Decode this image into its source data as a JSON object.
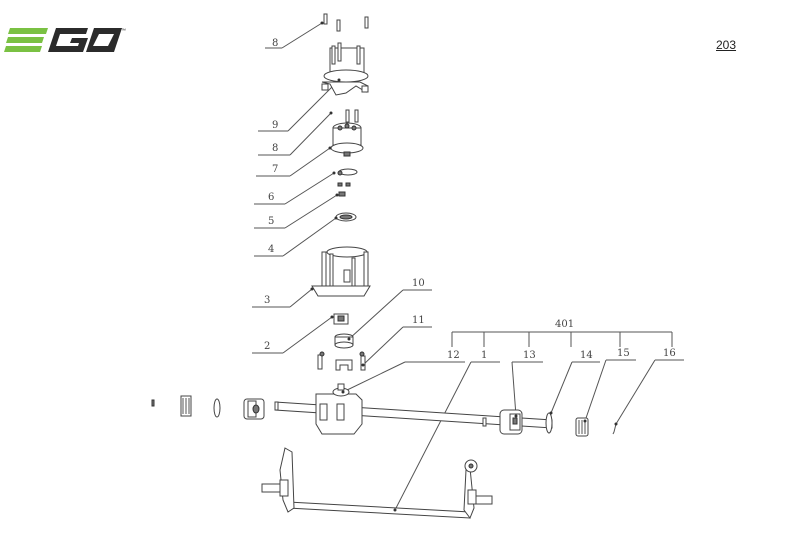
{
  "header": {
    "brand": "EGO",
    "brand_mark": "™",
    "brand_colors": {
      "green": "#7ac143",
      "dark": "#2b2b2b"
    },
    "page_number": "203"
  },
  "diagram": {
    "title_group_label": "401",
    "callouts": [
      {
        "id": "8a",
        "label": "8",
        "part": "screw (top)"
      },
      {
        "id": "9",
        "label": "9",
        "part": "upper housing"
      },
      {
        "id": "8b",
        "label": "8",
        "part": "screw"
      },
      {
        "id": "7",
        "label": "7",
        "part": "gear cluster"
      },
      {
        "id": "6",
        "label": "6",
        "part": "washer"
      },
      {
        "id": "5",
        "label": "5",
        "part": "key/pin"
      },
      {
        "id": "4",
        "label": "4",
        "part": "ring"
      },
      {
        "id": "3",
        "label": "3",
        "part": "lower housing"
      },
      {
        "id": "2",
        "label": "2",
        "part": "shift fork"
      },
      {
        "id": "10",
        "label": "10",
        "part": "bushing"
      },
      {
        "id": "11",
        "label": "11",
        "part": "pin"
      },
      {
        "id": "12",
        "label": "12",
        "part": "transmission"
      },
      {
        "id": "1",
        "label": "1",
        "part": "drive shaft assembly"
      },
      {
        "id": "13",
        "label": "13",
        "part": "clutch"
      },
      {
        "id": "14",
        "label": "14",
        "part": "clip ring"
      },
      {
        "id": "15",
        "label": "15",
        "part": "pinion gear"
      },
      {
        "id": "16",
        "label": "16",
        "part": "pin"
      }
    ]
  }
}
